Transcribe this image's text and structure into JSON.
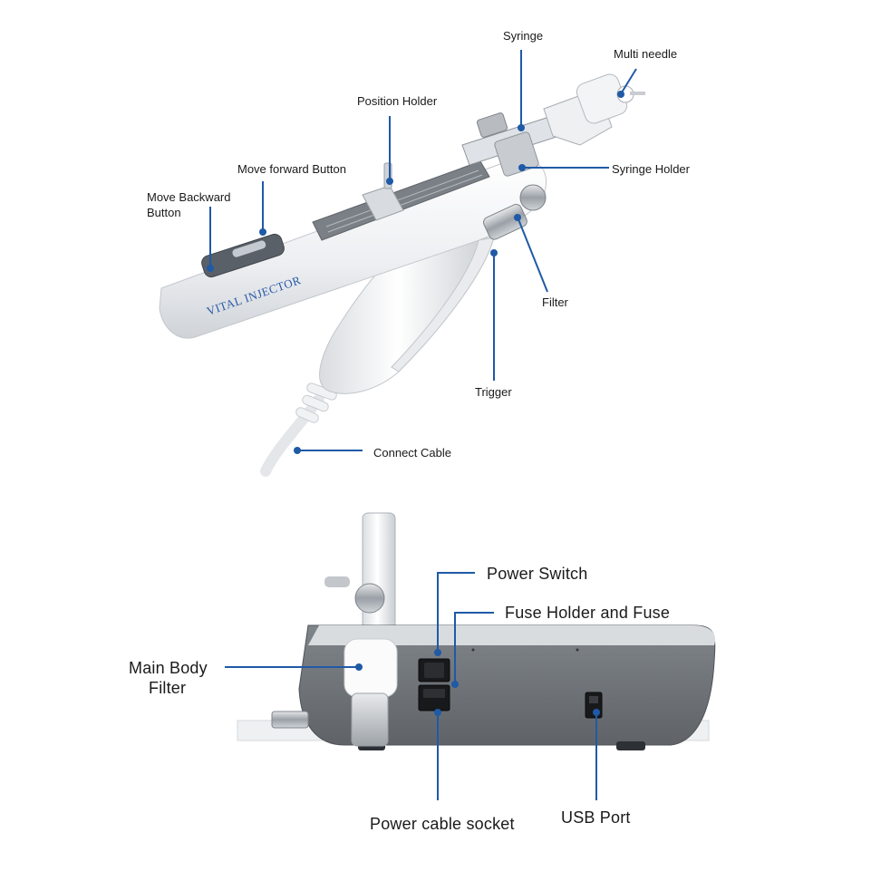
{
  "injector": {
    "brand": "VITAL INJECTOR",
    "labels": {
      "syringe": "Syringe",
      "multi_needle": "Multi needle",
      "position_holder": "Position Holder",
      "move_forward_button": "Move forward Button",
      "move_backward_button_line1": "Move Backward",
      "move_backward_button_line2": "Button",
      "syringe_holder": "Syringe Holder",
      "filter": "Filter",
      "trigger": "Trigger",
      "connect_cable": "Connect Cable"
    }
  },
  "main_unit": {
    "labels": {
      "power_switch": "Power Switch",
      "fuse_holder": "Fuse Holder and Fuse",
      "main_body_filter_line1": "Main Body",
      "main_body_filter_line2": "Filter",
      "power_cable_socket": "Power cable socket",
      "usb_port": "USB Port"
    }
  },
  "colors": {
    "leader": "#1f5aa6",
    "body_white": "#f4f5f7",
    "panel_gray": "#6f7378",
    "brand_blue": "#2a5aa8"
  }
}
